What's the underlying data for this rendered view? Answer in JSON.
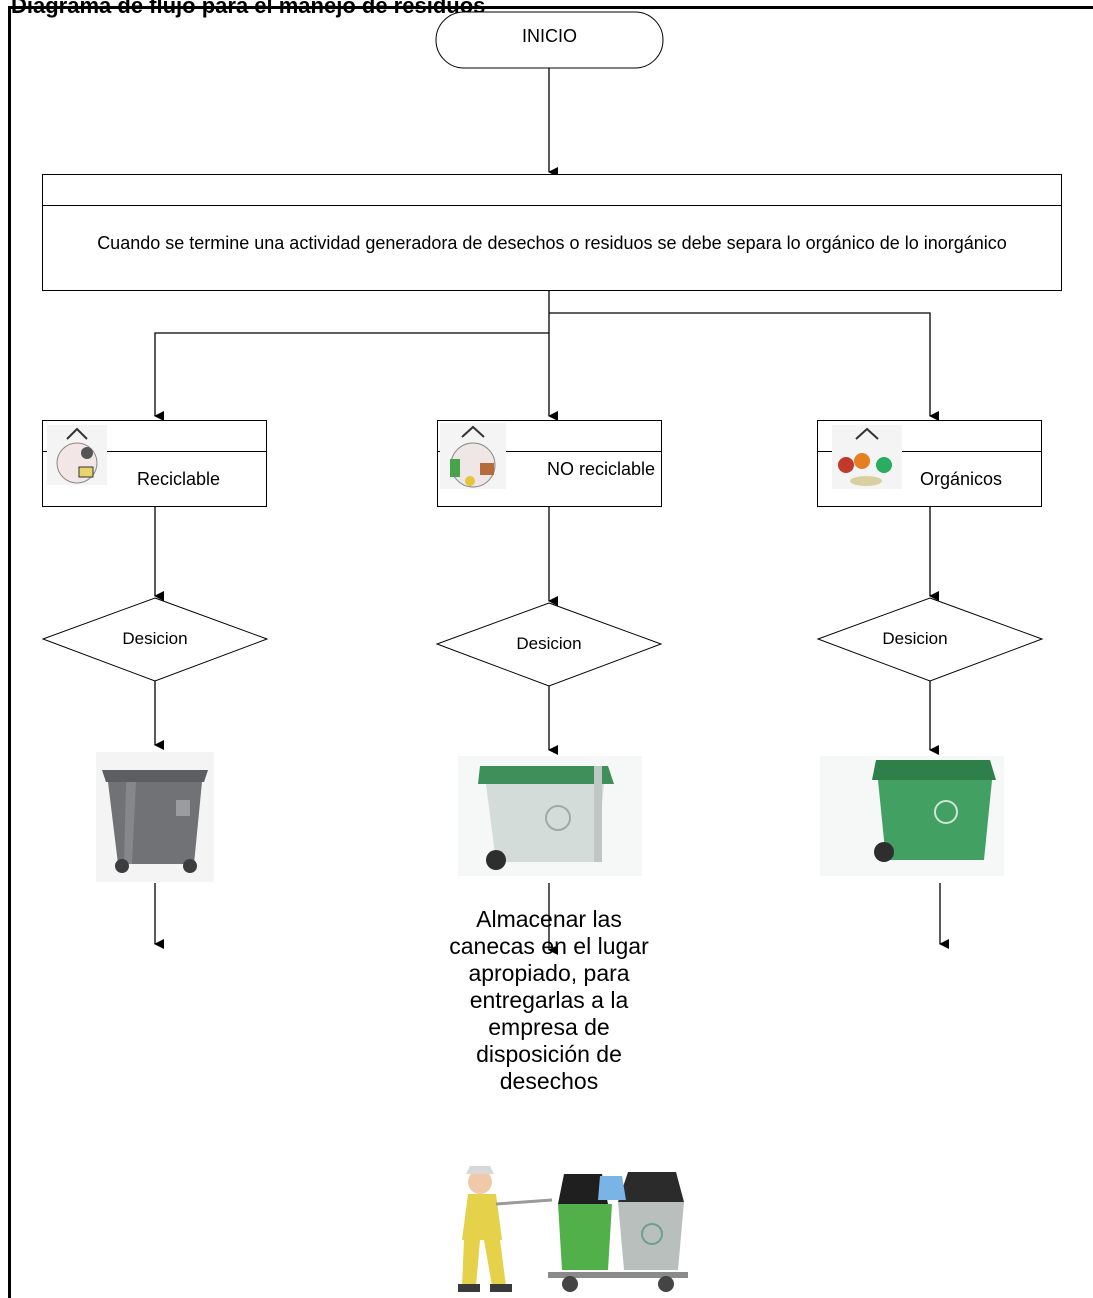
{
  "header": {
    "title_fragment": "Diagrama de flujo para el manejo de residuos"
  },
  "flow": {
    "start": "INICIO",
    "step1": "Cuando se termine una actividad generadora de desechos o residuos se debe separa lo orgánico de lo inorgánico",
    "categories": [
      {
        "label": "Reciclable",
        "icon": "recyclable-bag-icon",
        "decision": "Desicion",
        "bin_color": "#6b6d70",
        "bin": "gray-bin"
      },
      {
        "label": "NO reciclable",
        "icon": "non-recyclable-bag-icon",
        "decision": "Desicion",
        "bin_color": "#cfd6d3",
        "bin": "light-gray-bin"
      },
      {
        "label": "Orgánicos",
        "icon": "organic-bag-icon",
        "decision": "Desicion",
        "bin_color": "#3f9a5c",
        "bin": "green-bin"
      }
    ],
    "storage": "Almacenar las canecas en el lugar apropiado, para entregarlas a la empresa de disposición de desechos",
    "final_image": "worker-with-bins-illustration"
  }
}
